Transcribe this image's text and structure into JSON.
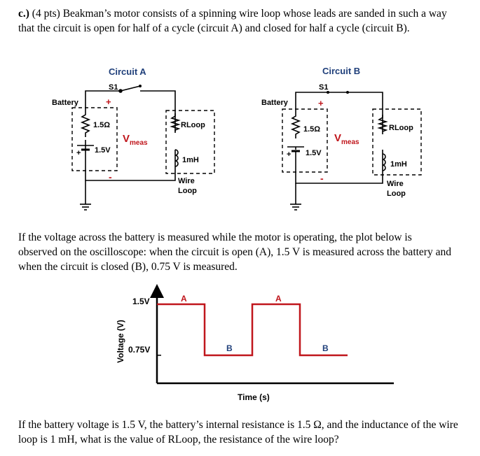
{
  "question": {
    "label": "c.)",
    "intro": "(4 pts) Beakman’s motor consists of a spinning wire loop whose leads are sanded in such a way that the circuit is open for half of a cycle (circuit A) and closed for half a cycle (circuit B).",
    "middle": "If the voltage across the battery is measured while the motor is operating, the plot below is observed on the oscilloscope: when the circuit is open (A), 1.5 V is measured across the battery and when the circuit is closed (B), 0.75 V is measured.",
    "final": "If the battery voltage is 1.5 V, the battery’s internal resistance is 1.5 Ω, and the inductance of the wire loop is 1 mH, what is the value of RLoop, the resistance of the wire loop?"
  },
  "circuit_a": {
    "title": "Circuit A",
    "switch": "S1",
    "battery": "Battery",
    "plus": "+",
    "minus": "-",
    "resistor": "1.5Ω",
    "voltage": "1.5V",
    "vmeas_v": "V",
    "vmeas_sub": "meas",
    "rloop": "RLoop",
    "inductor": "1mH",
    "wire_loop_1": "Wire",
    "wire_loop_2": "Loop"
  },
  "circuit_b": {
    "title": "Circuit B",
    "switch": "S1",
    "battery": "Battery",
    "plus": "+",
    "minus": "-",
    "resistor": "1.5Ω",
    "voltage": "1.5V",
    "vmeas_v": "V",
    "vmeas_sub": "meas",
    "rloop": "RLoop",
    "inductor": "1mH",
    "wire_loop_1": "Wire",
    "wire_loop_2": "Loop"
  },
  "colors": {
    "title_blue": "#1f3f7a",
    "accent_red": "#c0161c",
    "line_black": "#000000"
  },
  "chart_data": {
    "type": "line",
    "title": "",
    "xlabel": "Time (s)",
    "ylabel": "Voltage (V)",
    "y_ticks": [
      "1.5V",
      "0.75V"
    ],
    "series": [
      {
        "values": [
          1.5,
          1.5,
          0.75,
          0.75,
          1.5,
          1.5,
          0.75,
          0.75
        ]
      }
    ],
    "segment_labels": [
      "A",
      "B",
      "A",
      "B"
    ],
    "grid": false
  }
}
